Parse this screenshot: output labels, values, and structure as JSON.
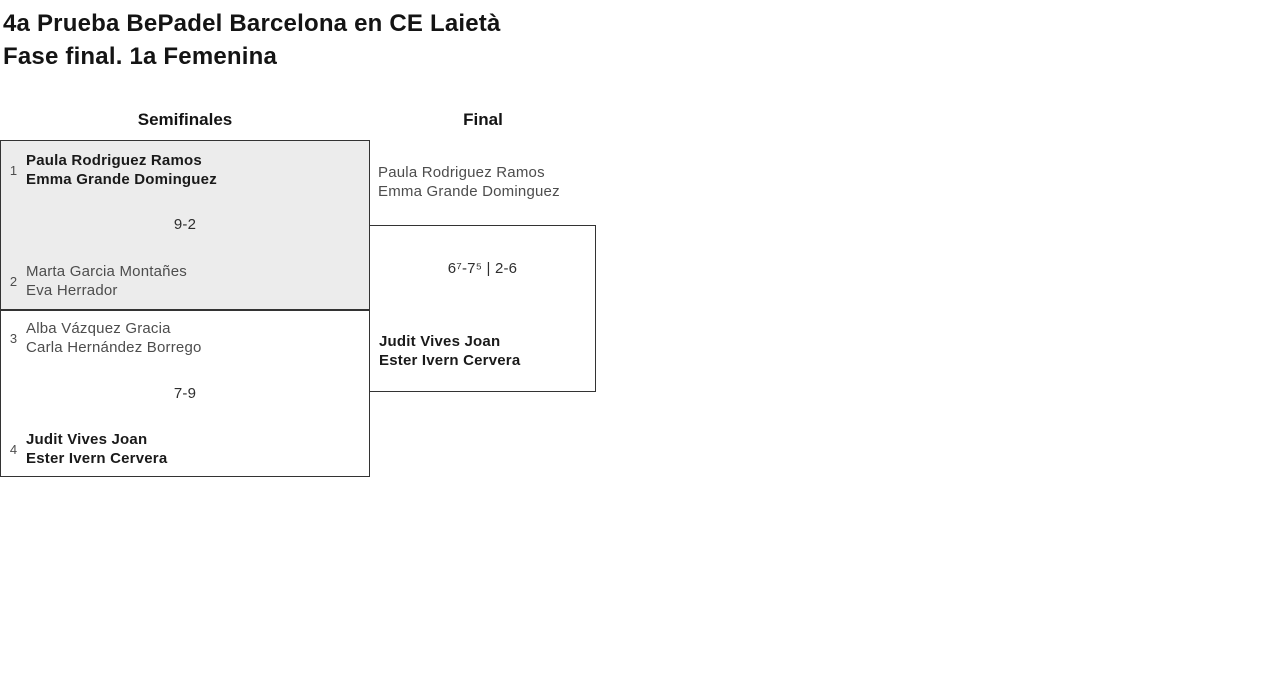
{
  "page": {
    "title": "4a Prueba BePadel Barcelona en CE Laietà",
    "subtitle": "Fase final. 1a Femenina"
  },
  "bracket": {
    "headers": {
      "semifinals": "Semifinales",
      "final": "Final"
    },
    "semifinals": [
      {
        "team1": {
          "seed": "1",
          "players": [
            "Paula Rodriguez Ramos",
            "Emma Grande Dominguez"
          ],
          "winner": true
        },
        "score": "9-2",
        "team2": {
          "seed": "2",
          "players": [
            "Marta Garcia Montañes",
            "Eva Herrador"
          ],
          "winner": false
        }
      },
      {
        "team1": {
          "seed": "3",
          "players": [
            "Alba Vázquez Gracia",
            "Carla Hernández Borrego"
          ],
          "winner": false
        },
        "score": "7-9",
        "team2": {
          "seed": "4",
          "players": [
            "Judit Vives Joan",
            "Ester Ivern Cervera"
          ],
          "winner": true
        }
      }
    ],
    "final": {
      "team1": {
        "players": [
          "Paula Rodriguez Ramos",
          "Emma Grande Dominguez"
        ],
        "winner": false
      },
      "score": "6⁷-7⁵ | 2-6",
      "team2": {
        "players": [
          "Judit Vives Joan",
          "Ester Ivern Cervera"
        ],
        "winner": true
      }
    }
  },
  "colors": {
    "match_alt_background": "#ececec",
    "border": "#333333",
    "winner_text": "#1a1a1a",
    "loser_text": "#4d4d4d"
  }
}
